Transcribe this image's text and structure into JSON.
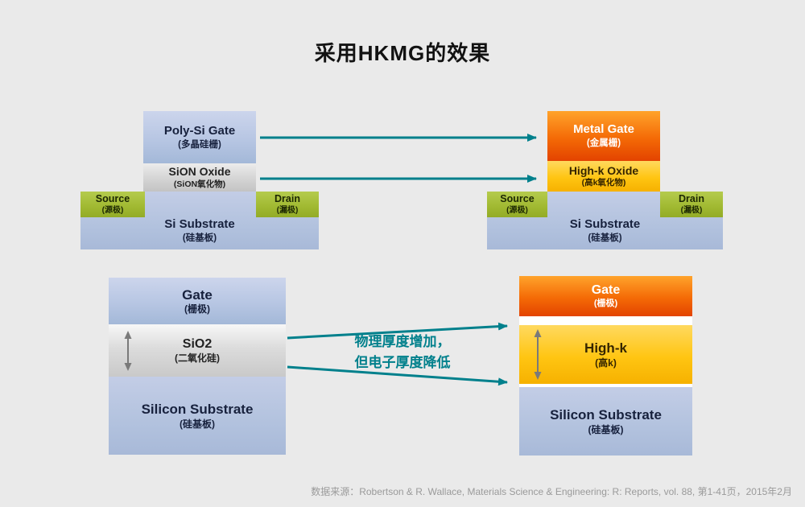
{
  "title": "采用HKMG的效果",
  "source_note": "数据来源：Robertson & R. Wallace, Materials Science & Engineering: R: Reports, vol. 88, 第1-41页，2015年2月",
  "annotation": {
    "line1": "物理厚度增加，",
    "line2": "但电子厚度降低"
  },
  "top_left": {
    "gate": {
      "en": "Poly-Si Gate",
      "zh": "(多晶硅栅)"
    },
    "oxide": {
      "en": "SiON Oxide",
      "zh": "(SiON氧化物)"
    },
    "source": {
      "en": "Source",
      "zh": "(源极)"
    },
    "drain": {
      "en": "Drain",
      "zh": "(漏极)"
    },
    "substrate": {
      "en": "Si Substrate",
      "zh": "(硅基板)"
    }
  },
  "top_right": {
    "gate": {
      "en": "Metal Gate",
      "zh": "(金属栅)"
    },
    "oxide": {
      "en": "High-k Oxide",
      "zh": "(高k氧化物)"
    },
    "source": {
      "en": "Source",
      "zh": "(源极)"
    },
    "drain": {
      "en": "Drain",
      "zh": "(漏极)"
    },
    "substrate": {
      "en": "Si Substrate",
      "zh": "(硅基板)"
    }
  },
  "bottom_left": {
    "gate": {
      "en": "Gate",
      "zh": "(栅极)"
    },
    "oxide": {
      "en": "SiO2",
      "zh": "(二氧化硅)"
    },
    "substrate": {
      "en": "Silicon Substrate",
      "zh": "(硅基板)"
    }
  },
  "bottom_right": {
    "gate": {
      "en": "Gate",
      "zh": "(栅极)"
    },
    "oxide": {
      "en": "High-k",
      "zh": "(高k)"
    },
    "substrate": {
      "en": "Silicon Substrate",
      "zh": "(硅基板)"
    }
  },
  "colors": {
    "background": "#eaeaea",
    "arrow_teal": "#00808c",
    "silicon_blue": "#b3c2de",
    "oxide_gray": "#d2d2d2",
    "source_drain_green": "#a4bf3a",
    "metal_orange": "#f05f05",
    "highk_yellow": "#ffc20e"
  }
}
